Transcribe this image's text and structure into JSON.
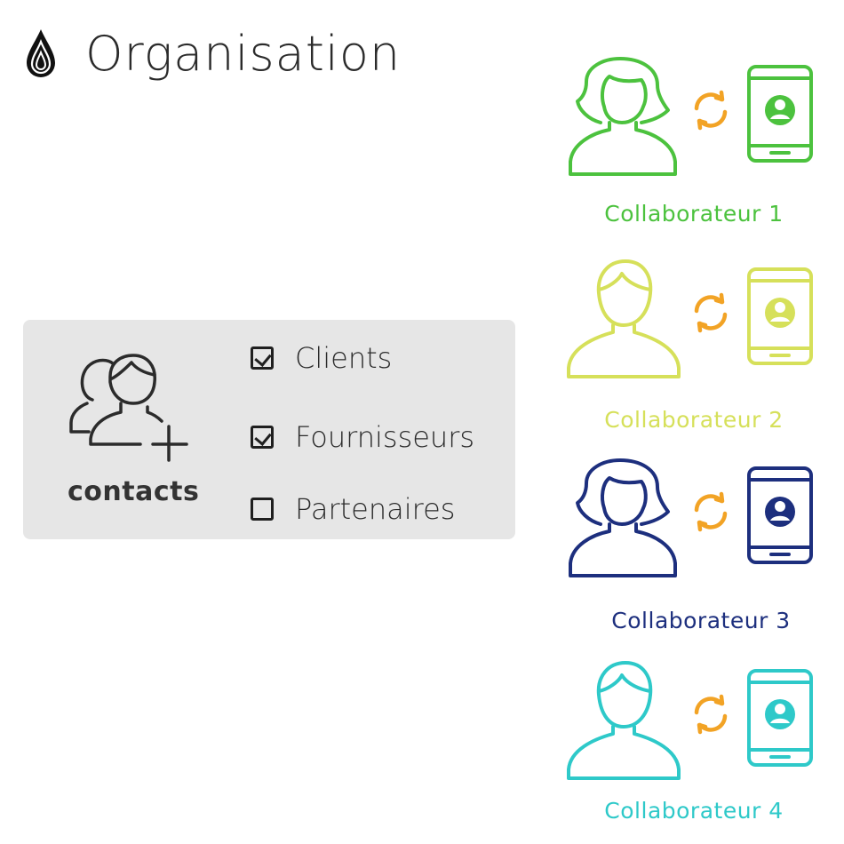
{
  "header": {
    "title": "Organisation",
    "logo_icon": "water-drop-logo"
  },
  "contacts_panel": {
    "icon": "add-contacts-icon",
    "label": "contacts",
    "options": [
      {
        "label": "Clients",
        "checked": true
      },
      {
        "label": "Fournisseurs",
        "checked": true
      },
      {
        "label": "Partenaires",
        "checked": false
      }
    ]
  },
  "collaborators": [
    {
      "name": "Collaborateur 1",
      "color": "#4cc23e",
      "avatar": "woman-icon"
    },
    {
      "name": "Collaborateur 2",
      "color": "#d6e05a",
      "avatar": "man-icon"
    },
    {
      "name": "Collaborateur 3",
      "color": "#1d2f7e",
      "avatar": "woman-icon"
    },
    {
      "name": "Collaborateur 4",
      "color": "#2ec9c9",
      "avatar": "man-icon"
    }
  ],
  "colors": {
    "sync_arrows": "#f2a325",
    "panel_background": "#e6e6e6",
    "text_dark": "#2b2b2b"
  }
}
